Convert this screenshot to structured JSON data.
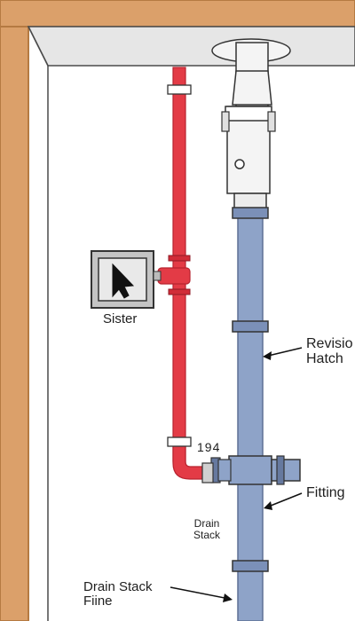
{
  "labels": {
    "sister": "Sister",
    "revision_hatch": "Revisio\nHatch",
    "number": "194",
    "fitting": "Fitting",
    "drain_stack": "Drain\nStack",
    "drain_stack_line": "Drain Stack\nFiine"
  },
  "colors": {
    "wood_frame": "#dba06a",
    "wood_frame_edge": "#b57a42",
    "ceiling": "#e6e6e6",
    "wall_line": "#4a4a4a",
    "red_pipe": "#e33b46",
    "red_pipe_dark": "#b8232f",
    "drain_pipe": "#8ea3c8",
    "drain_pipe_dark": "#5f7096",
    "vent_white": "#f4f4f4",
    "panel_grey": "#c4c4c4",
    "panel_inner": "#e9e9e9",
    "outline": "#333333"
  },
  "icons": [
    "cursor-arrow-icon"
  ]
}
